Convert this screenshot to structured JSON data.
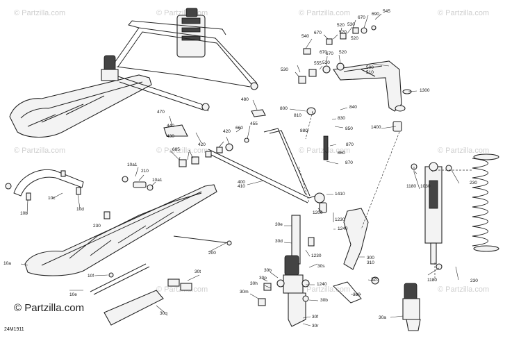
{
  "watermark": {
    "text": "© Partzilla.com"
  },
  "brand": {
    "text": "© Partzilla.com"
  },
  "diagram_code": "24M1911",
  "labels": [
    "545",
    "690",
    "670",
    "520",
    "530",
    "670",
    "520",
    "540",
    "520",
    "670",
    "520",
    "670",
    "530",
    "555",
    "520",
    "500",
    "510",
    "1300",
    "480",
    "800",
    "810",
    "840",
    "830",
    "850",
    "880",
    "870",
    "860",
    "870",
    "1400",
    "470",
    "440",
    "430",
    "420",
    "660",
    "455",
    "420",
    "685",
    "10a1",
    "210",
    "10a1",
    "400",
    "410",
    "1410",
    "1200",
    "1180",
    "1030",
    "230",
    "230",
    "10c",
    "10b",
    "10d",
    "1230",
    "30e",
    "1240",
    "30d",
    "1230",
    "300",
    "310",
    "30s",
    "30b",
    "30p",
    "1240",
    "320",
    "30h",
    "30b",
    "30m",
    "330",
    "30f",
    "30r",
    "30a",
    "1180",
    "230",
    "200",
    "10a",
    "10f",
    "30t",
    "10e",
    "30q"
  ]
}
